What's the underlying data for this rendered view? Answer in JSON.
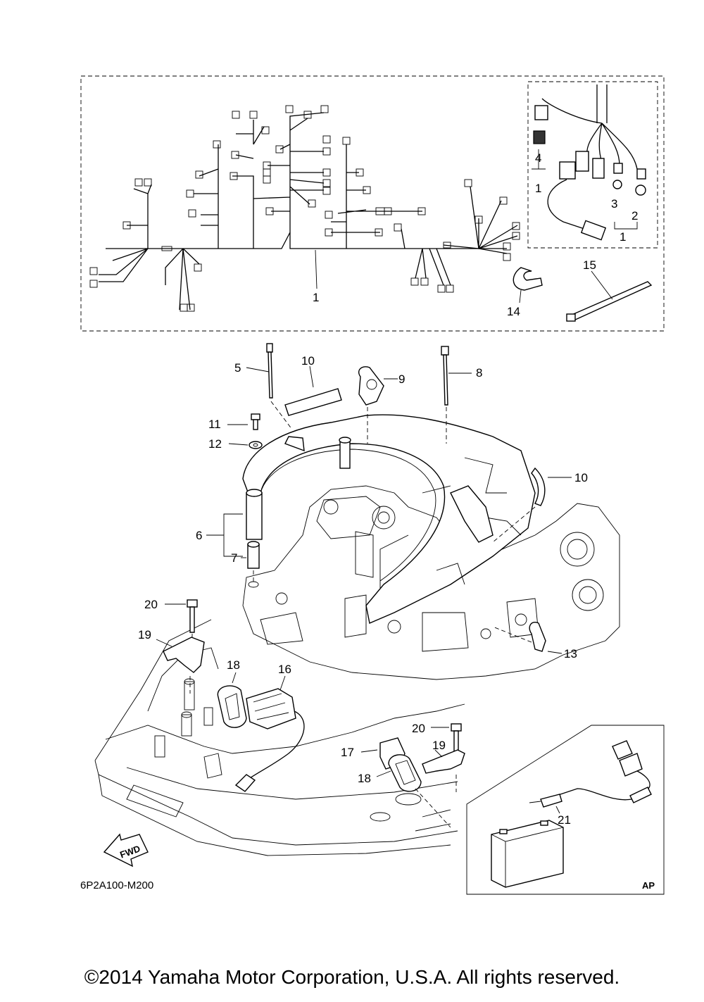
{
  "callouts": {
    "c1a": "1",
    "c1b": "1",
    "c1c": "1",
    "c2": "2",
    "c3": "3",
    "c4": "4",
    "c5": "5",
    "c6": "6",
    "c7": "7",
    "c8": "8",
    "c9": "9",
    "c10a": "10",
    "c10b": "10",
    "c11": "11",
    "c12": "12",
    "c13": "13",
    "c14": "14",
    "c15": "15",
    "c16": "16",
    "c17": "17",
    "c18a": "18",
    "c18b": "18",
    "c19a": "19",
    "c19b": "19",
    "c20a": "20",
    "c20b": "20",
    "c21": "21"
  },
  "fwd_label": "FWD",
  "ap_label": "AP",
  "diagram_code": "6P2A100-M200",
  "copyright": "©2014 Yamaha Motor Corporation, U.S.A. All rights reserved."
}
